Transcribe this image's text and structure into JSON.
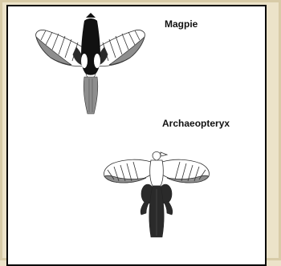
{
  "labels": {
    "magpie": "Magpie",
    "archaeopteryx": "Archaeopteryx"
  },
  "illustrations": {
    "magpie": "magpie-in-flight",
    "archaeopteryx": "archaeopteryx-in-flight"
  },
  "colors": {
    "background": "#ece3c9",
    "panel": "#ffffff",
    "border": "#000000",
    "feather_light": "#ffffff",
    "feather_gray": "#8e8e8e",
    "feather_dark": "#2a2a2a",
    "body_dark": "#111111",
    "outline": "#333333"
  }
}
